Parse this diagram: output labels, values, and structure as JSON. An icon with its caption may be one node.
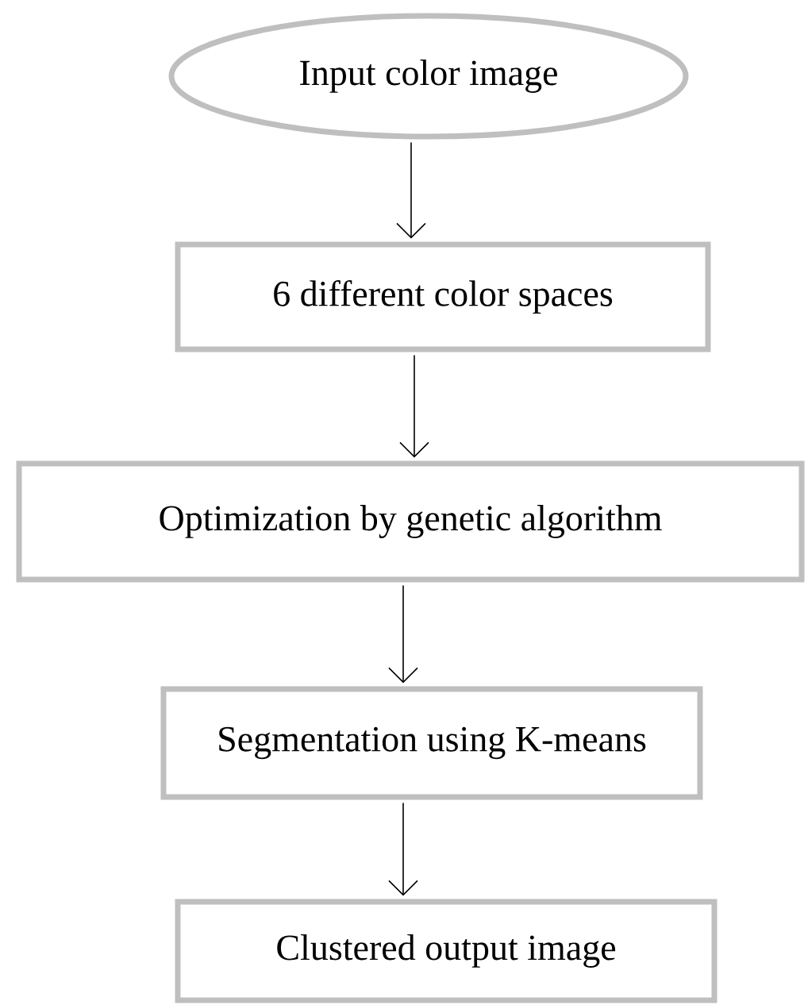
{
  "diagram": {
    "nodes": [
      {
        "text": [
          "Input color image"
        ]
      },
      {
        "text": [
          "6 different color spaces"
        ]
      },
      {
        "text": [
          "Optimization by genetic algorithm"
        ]
      },
      {
        "text": [
          "Segmentation using K-means"
        ]
      },
      {
        "text": [
          "Clustered output image"
        ]
      }
    ],
    "edges": [
      {
        "from": 0,
        "to": 1,
        "arrow": "to"
      },
      {
        "from": 1,
        "to": 2,
        "arrow": "to"
      },
      {
        "from": 2,
        "to": 3,
        "arrow": "to"
      },
      {
        "from": 3,
        "to": 4,
        "arrow": "to"
      }
    ]
  }
}
